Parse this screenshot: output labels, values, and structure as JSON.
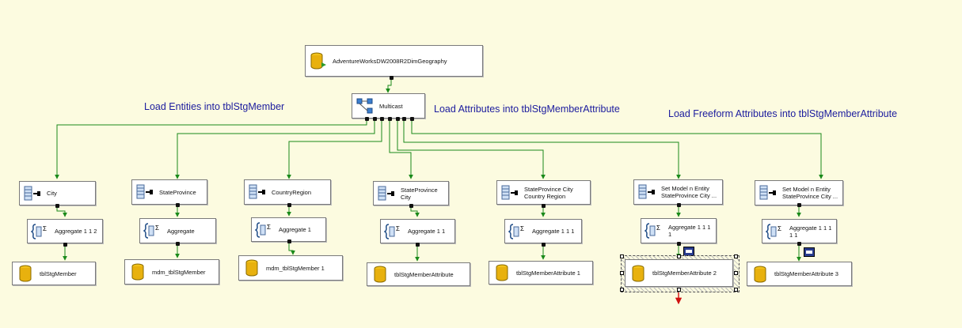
{
  "annotations": {
    "entities": "Load Entities into  tblStgMember",
    "attributes": "Load Attributes into tblStgMemberAttribute",
    "freeform": "Load Freeform Attributes into tblStgMemberAttribute"
  },
  "source": {
    "label": "AdventureWorksDW2008R2DimGeography",
    "icon": "database-source-icon"
  },
  "multicast": {
    "label": "Multicast",
    "icon": "multicast-icon"
  },
  "columns": [
    {
      "derive": "City",
      "aggregate": "Aggregate 1 1 2",
      "dest": "tblStgMember"
    },
    {
      "derive": "StateProvince",
      "aggregate": "Aggregate",
      "dest": "mdm_tblStgMember"
    },
    {
      "derive": "CountryRegion",
      "aggregate": "Aggregate 1",
      "dest": "mdm_tblStgMember 1"
    },
    {
      "derive": "StateProvince\nCity",
      "aggregate": "Aggregate 1 1",
      "dest": "tblStgMemberAttribute"
    },
    {
      "derive": "StateProvince  City\nCountry Region",
      "aggregate": "Aggregate 1 1 1",
      "dest": "tblStgMemberAttribute 1"
    },
    {
      "derive": "Set Model n Entity\nStateProvince  City ...",
      "aggregate": "Aggregate 1 1 1\n1",
      "dest": "tblStgMemberAttribute 2"
    },
    {
      "derive": "Set Model n Entity\nStateProvince  City ...",
      "aggregate": "Aggregate 1 1 1\n1 1",
      "dest": "tblStgMemberAttribute 3"
    }
  ],
  "colors": {
    "background": "#fcfbe0",
    "success_path": "#1a8a1a",
    "error_path": "#d01010",
    "annotation": "#1c1c9e"
  }
}
